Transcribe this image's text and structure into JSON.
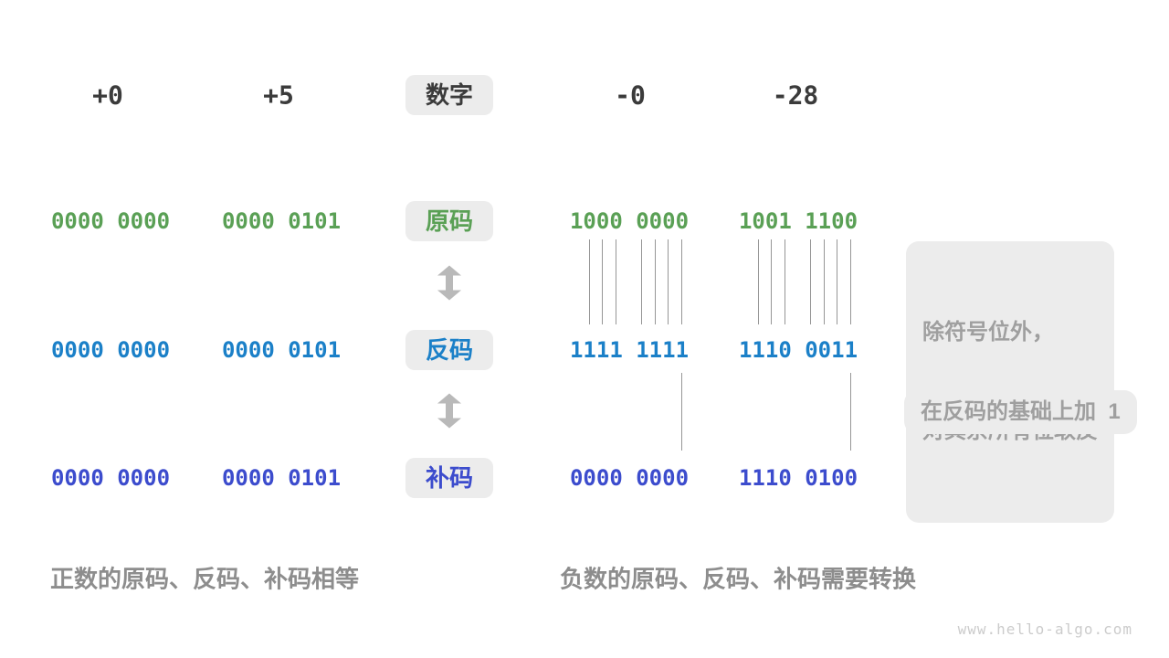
{
  "colors": {
    "dark": "#3b3b3b",
    "green": "#5aa055",
    "blue": "#1b80c8",
    "indigo": "#3c4ccd",
    "badge_bg": "#ececec",
    "gray_text": "#9f9f9f",
    "caption": "#8d8d8d",
    "arrow": "#b9b9b9",
    "line": "#969696",
    "watermark": "#cccccc"
  },
  "labels": {
    "number": "数字",
    "sign_magnitude": "原码",
    "ones_complement": "反码",
    "twos_complement": "补码"
  },
  "columns": [
    {
      "number": "+0",
      "sign": "0000 0000",
      "ones": "0000 0000",
      "twos": "0000 0000"
    },
    {
      "number": "+5",
      "sign": "0000 0101",
      "ones": "0000 0101",
      "twos": "0000 0101"
    },
    {
      "number": "-0",
      "sign": "1000 0000",
      "ones": "1111 1111",
      "twos": "0000 0000"
    },
    {
      "number": "-28",
      "sign": "1001 1100",
      "ones": "1110 0011",
      "twos": "1110 0100"
    }
  ],
  "annotations": {
    "invert_line1": "除符号位外，",
    "invert_line2": "对其余所有位取反",
    "add_one": "在反码的基础上加  1"
  },
  "captions": {
    "positive": "正数的原码、反码、补码相等",
    "negative": "负数的原码、反码、补码需要转换"
  },
  "watermark": "www.hello-algo.com"
}
